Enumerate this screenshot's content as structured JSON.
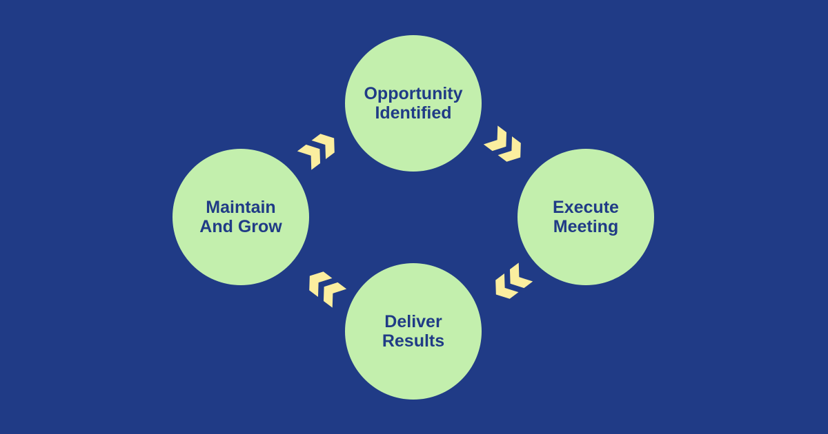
{
  "colors": {
    "background": "#203b86",
    "node_fill": "#c3efad",
    "node_text": "#203b86",
    "arrow_fill": "#fbee9f"
  },
  "nodes": {
    "top": {
      "line1": "Opportunity",
      "line2": "Identified"
    },
    "right": {
      "line1": "Execute",
      "line2": "Meeting"
    },
    "bottom": {
      "line1": "Deliver",
      "line2": "Results"
    },
    "left": {
      "line1": "Maintain",
      "line2": "And Grow"
    }
  },
  "connectors": [
    {
      "from": "Opportunity Identified",
      "to": "Execute Meeting",
      "icon": "double-chevron-icon"
    },
    {
      "from": "Execute Meeting",
      "to": "Deliver Results",
      "icon": "double-chevron-icon"
    },
    {
      "from": "Deliver Results",
      "to": "Maintain And Grow",
      "icon": "double-chevron-icon"
    },
    {
      "from": "Maintain And Grow",
      "to": "Opportunity Identified",
      "icon": "double-chevron-icon"
    }
  ]
}
